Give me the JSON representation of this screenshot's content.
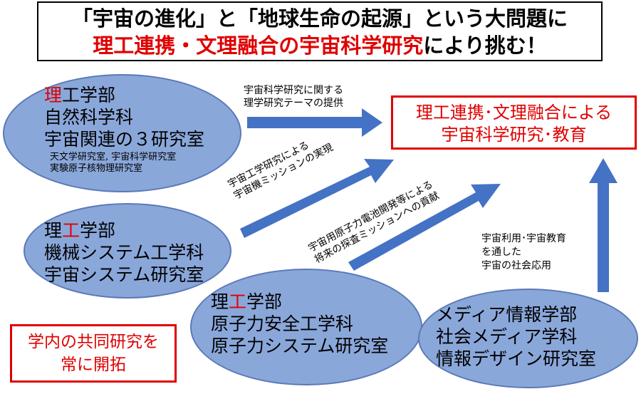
{
  "title": {
    "line1": "「宇宙の進化」と「地球生命の起源」という大問題に",
    "line2_red": "理工連携・文理融合の宇宙科学研究",
    "line2_tail": "により挑む！"
  },
  "goal_box": {
    "line1": "理工連携･文理融合による",
    "line2": "宇宙科学研究･教育"
  },
  "left_box": {
    "line1": "学内の共同研究を",
    "line2": "常に開拓"
  },
  "nodes": {
    "science": {
      "dept_red": "理",
      "dept_rest": "工学部",
      "dept2": "自然科学科",
      "dept3": "宇宙関連の３研究室",
      "labs1": "天文学研究室, 宇宙科学研究室",
      "labs2": "実験原子核物理研究室"
    },
    "mech": {
      "dept_a": "理",
      "dept_red": "工",
      "dept_b": "学部",
      "dept2": "機械システム工学科",
      "dept3": "宇宙システム研究室"
    },
    "nuclear": {
      "dept_a": "理",
      "dept_red": "工",
      "dept_b": "学部",
      "dept2": "原子力安全工学科",
      "dept3": "原子力システム研究室"
    },
    "media": {
      "dept1": "メディア情報学部",
      "dept2": "社会メディア学科",
      "dept3": "情報デザイン研究室"
    }
  },
  "arrow_labels": {
    "science": {
      "line1": "宇宙科学研究に関する",
      "line2": "理学研究テーマの提供"
    },
    "mech": {
      "line1": "宇宙工学研究による",
      "line2": "宇宙機ミッションの実現"
    },
    "nuclear": {
      "line1": "宇宙用原子力電池開発等による",
      "line2": "将来の探査ミッションへの貢献"
    },
    "media": {
      "line1": "宇宙利用･宇宙教育",
      "line2": "を通した",
      "line3": "宇宙の社会応用"
    }
  },
  "colors": {
    "accent_red": "#e00000",
    "ellipse_fill": "#8aa7da",
    "ellipse_stroke": "#5b79b8",
    "arrow": "#4472c4"
  }
}
